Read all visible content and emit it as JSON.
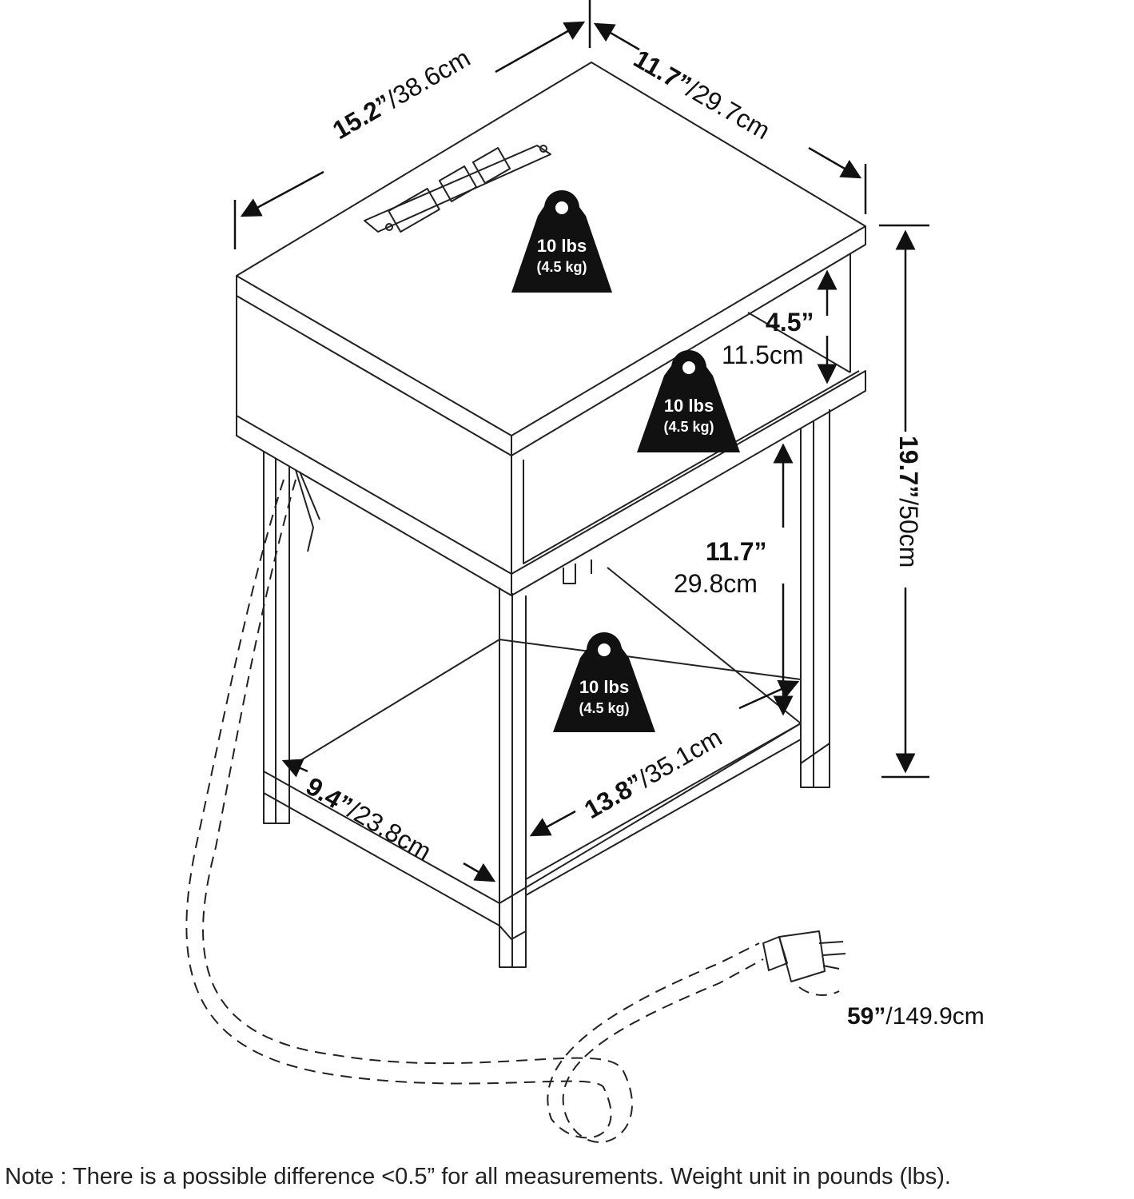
{
  "dimensions": {
    "width": {
      "inches": "15.2”",
      "cm": "/38.6cm"
    },
    "depth": {
      "inches": "11.7”",
      "cm": "/29.7cm"
    },
    "height": {
      "inches": "19.7”",
      "cm": "/50cm"
    },
    "drawer_opening": {
      "inches": "4.5”",
      "cm": "11.5cm"
    },
    "middle_clearance": {
      "inches": "11.7”",
      "cm": "29.8cm"
    },
    "bottom_shelf_width": {
      "inches": "13.8”",
      "cm": "/35.1cm"
    },
    "bottom_shelf_depth": {
      "inches": "9.4”",
      "cm": "/23.8cm"
    },
    "cord_length": {
      "inches": "59”",
      "cm": "/149.9cm"
    }
  },
  "weight_badges": [
    {
      "lbs": "10 lbs",
      "kg": "(4.5 kg)"
    },
    {
      "lbs": "10 lbs",
      "kg": "(4.5 kg)"
    },
    {
      "lbs": "10 lbs",
      "kg": "(4.5 kg)"
    }
  ],
  "note": "Note : There is a possible difference <0.5” for all measurements. Weight unit in pounds (lbs)."
}
